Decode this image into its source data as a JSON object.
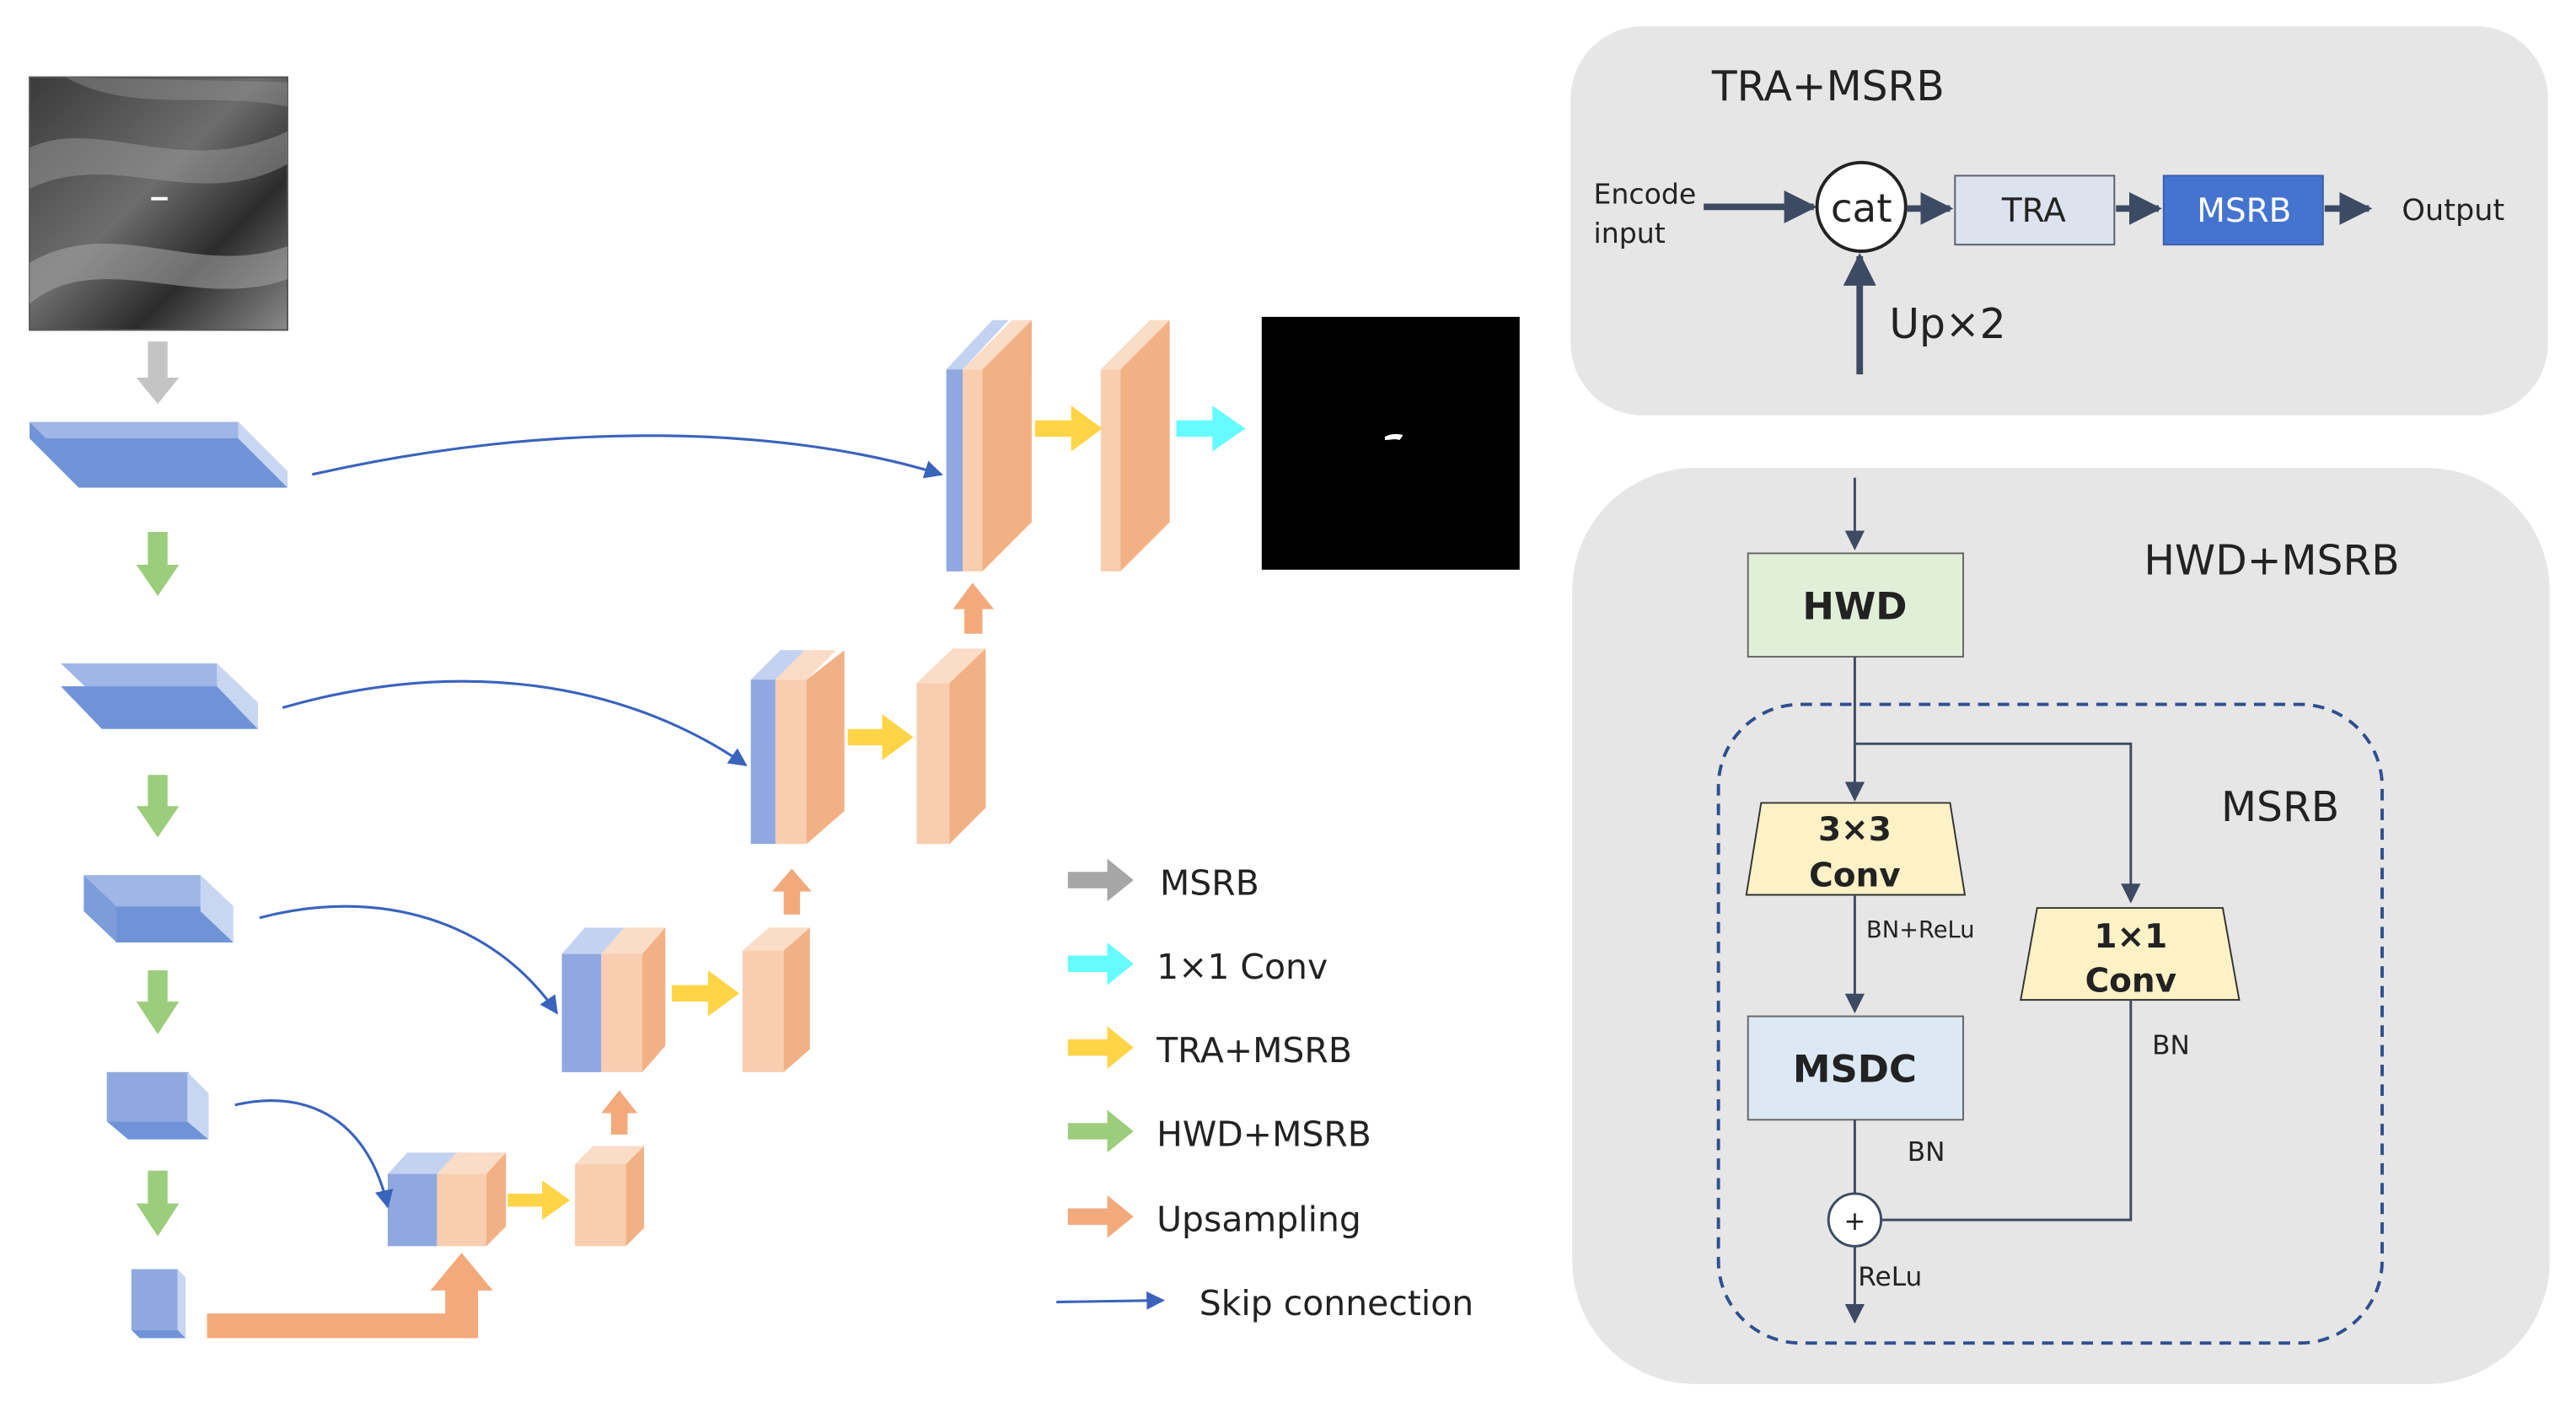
{
  "colors": {
    "encoder_front": "#6f93d6",
    "encoder_top": "#9fb6e6",
    "encoder_side": "#c3d2f0",
    "decoder_front": "#f2b185",
    "decoder_light": "#f8cdb0",
    "decoder_blue_strip": "#9cb3e3",
    "arrow_gray": "#b4b4b4",
    "arrow_cyan": "#66fbff",
    "arrow_yellow": "#ffd447",
    "arrow_green": "#9ccd7c",
    "arrow_orange": "#f2aa7c",
    "skip_line": "#3a63bb",
    "panel_bg": "#e6e6e6",
    "tra_box": "#dce2ee",
    "msrb_box": "#4474cf",
    "hwd_box": "#e1efd9",
    "conv_box": "#fdf1c6",
    "msdc_box": "#dce9f5",
    "msrb_dash": "#2e4f8f"
  },
  "icons": {
    "input_image": "infrared-image-icon",
    "output_mask": "segmentation-mask-icon"
  },
  "legend": [
    {
      "label": "MSRB",
      "icon": "gray-arrow-icon"
    },
    {
      "label": "1×1 Conv",
      "icon": "cyan-arrow-icon"
    },
    {
      "label": "TRA+MSRB",
      "icon": "yellow-arrow-icon"
    },
    {
      "label": "HWD+MSRB",
      "icon": "green-arrow-icon"
    },
    {
      "label": "Upsampling",
      "icon": "orange-arrow-icon"
    },
    {
      "label": "Skip connection",
      "icon": "skip-line-icon"
    }
  ],
  "tra_panel": {
    "title": "TRA+MSRB",
    "encode_input": [
      "Encode",
      "input"
    ],
    "cat": "cat",
    "tra": "TRA",
    "msrb": "MSRB",
    "output": "Output",
    "up": "Up×2"
  },
  "hwd_panel": {
    "title": "HWD+MSRB",
    "hwd": "HWD",
    "msrb_label": "MSRB",
    "conv3": [
      "3×3",
      "Conv"
    ],
    "conv1": [
      "1×1",
      "Conv"
    ],
    "bn_relu": "BN+ReLu",
    "bn_left": "BN",
    "bn_right": "BN",
    "msdc": "MSDC",
    "plus": "+",
    "relu": "ReLu"
  }
}
